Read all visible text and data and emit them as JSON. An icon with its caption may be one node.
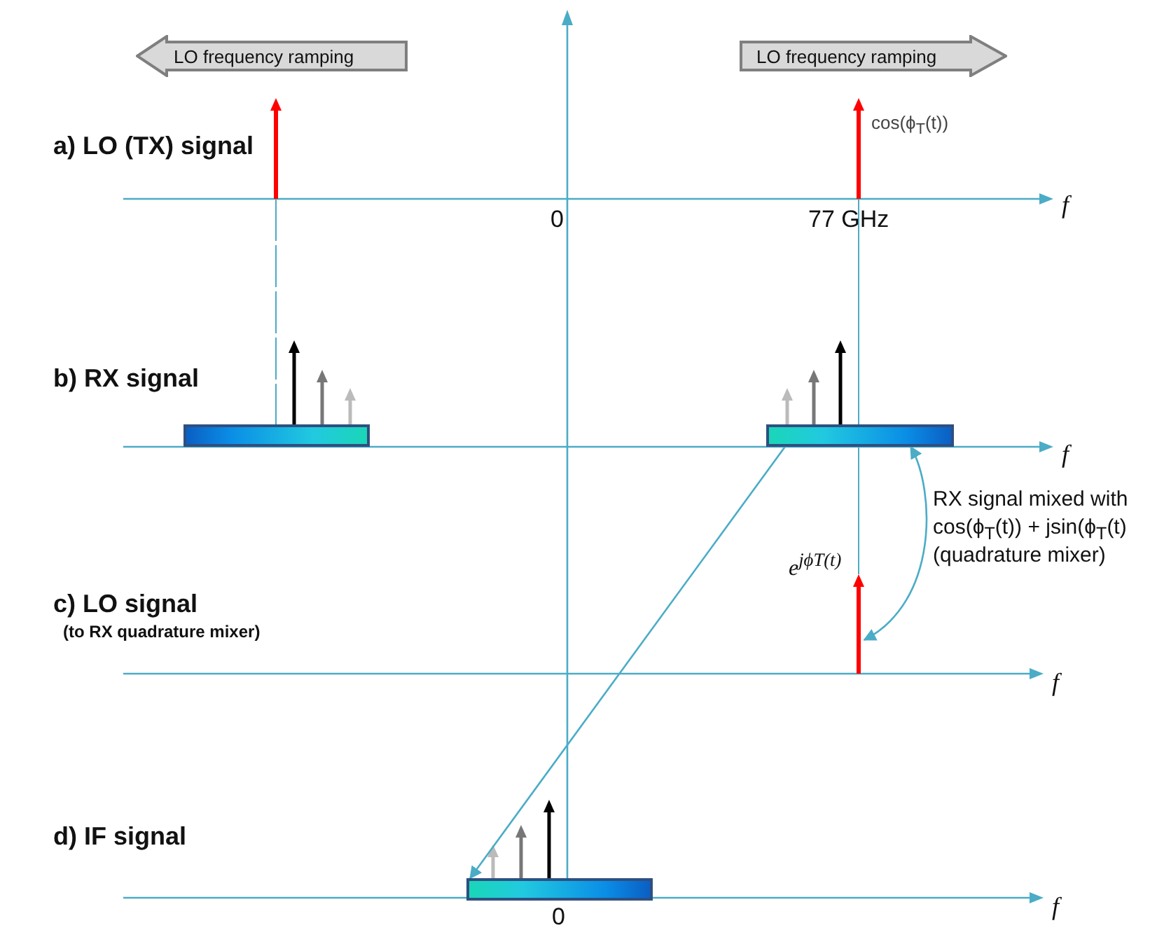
{
  "diagram": {
    "nodes": [
      {
        "text": [
          "LO frequency ramping"
        ]
      },
      {
        "text": [
          "LO frequency ramping"
        ]
      },
      {
        "text": [],
        "shape": "bar"
      },
      {
        "text": [],
        "shape": "bar"
      },
      {
        "text": [],
        "shape": "bar"
      },
      {
        "text": [],
        "shape": "bar"
      }
    ],
    "edges": [
      {
        "from": 3,
        "to": 5,
        "arrow": "to"
      },
      {
        "from": 3,
        "to": 4,
        "arrow": "both",
        "label": "RX signal mixed with cos(ϕ$_{T}$(t)) + jsin(ϕ$_{T}$(t) (quadrature mixer)"
      }
    ],
    "labels": [
      "a) LO (TX) signal",
      "cos(ϕ$_{T}$(t))",
      "0",
      "77 GHz",
      "f",
      "b) RX signal",
      "f",
      "e$^{jϕT(t)}$",
      "c) LO signal",
      "(to RX quadrature mixer)",
      "f",
      "d) IF signal",
      "0",
      "f"
    ]
  }
}
